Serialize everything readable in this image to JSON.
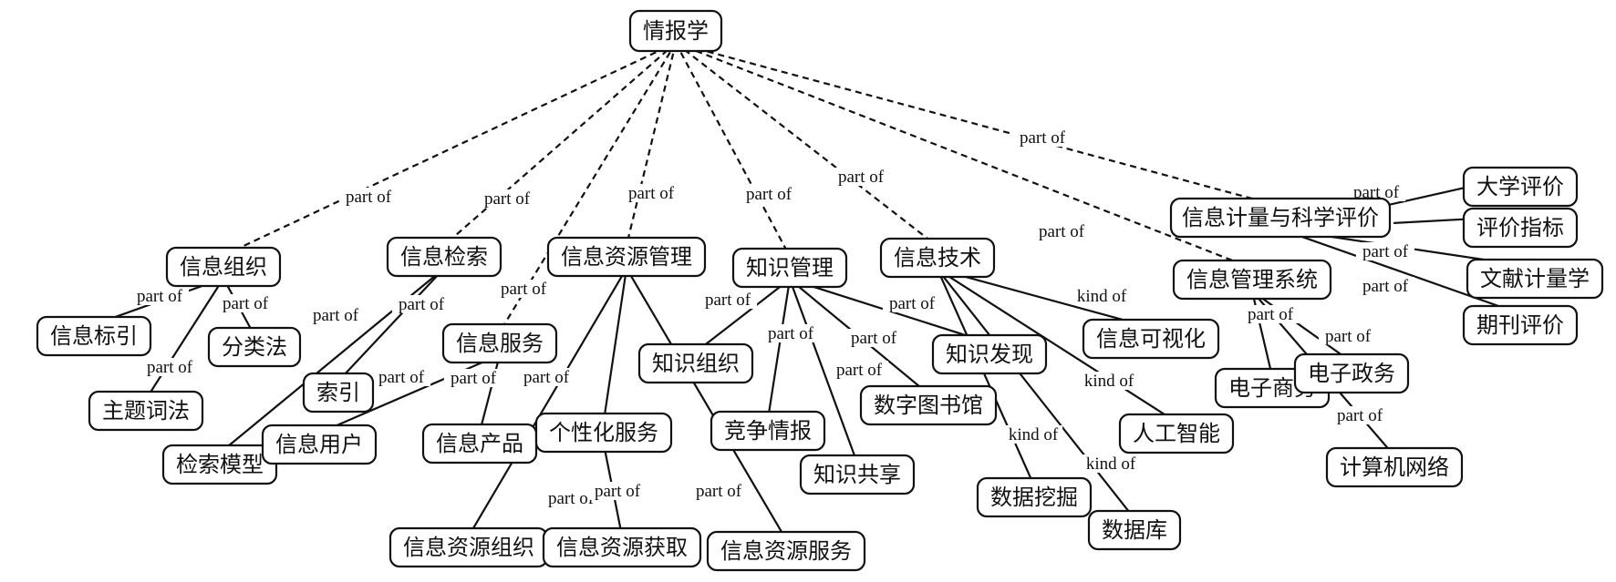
{
  "nodes": [
    {
      "id": "root",
      "label": "情报学"
    },
    {
      "id": "xxzz",
      "label": "信息组织"
    },
    {
      "id": "xxjs",
      "label": "信息检索"
    },
    {
      "id": "xxzygl",
      "label": "信息资源管理"
    },
    {
      "id": "zsgl",
      "label": "知识管理"
    },
    {
      "id": "xxjishu",
      "label": "信息技术"
    },
    {
      "id": "xxjl",
      "label": "信息计量与科学评价"
    },
    {
      "id": "xxglxt",
      "label": "信息管理系统"
    },
    {
      "id": "xxbs",
      "label": "信息标引"
    },
    {
      "id": "flf",
      "label": "分类法"
    },
    {
      "id": "ztcf",
      "label": "主题词法"
    },
    {
      "id": "jsmx",
      "label": "检索模型"
    },
    {
      "id": "sy",
      "label": "索引"
    },
    {
      "id": "xxfw",
      "label": "信息服务"
    },
    {
      "id": "xxyh",
      "label": "信息用户"
    },
    {
      "id": "xxcp",
      "label": "信息产品"
    },
    {
      "id": "gxhfw",
      "label": "个性化服务"
    },
    {
      "id": "xxzyzz",
      "label": "信息资源组织"
    },
    {
      "id": "xxzyhq",
      "label": "信息资源获取"
    },
    {
      "id": "xxzyfw",
      "label": "信息资源服务"
    },
    {
      "id": "zszz",
      "label": "知识组织"
    },
    {
      "id": "jzqb",
      "label": "竞争情报"
    },
    {
      "id": "zsgx",
      "label": "知识共享"
    },
    {
      "id": "sztsg",
      "label": "数字图书馆"
    },
    {
      "id": "zsfx",
      "label": "知识发现"
    },
    {
      "id": "sjwj",
      "label": "数据挖掘"
    },
    {
      "id": "sjk",
      "label": "数据库"
    },
    {
      "id": "xxksh",
      "label": "信息可视化"
    },
    {
      "id": "rgzn",
      "label": "人工智能"
    },
    {
      "id": "dzsw",
      "label": "电子商务"
    },
    {
      "id": "dzzw",
      "label": "电子政务"
    },
    {
      "id": "jsjwl",
      "label": "计算机网络"
    },
    {
      "id": "dxpj",
      "label": "大学评价"
    },
    {
      "id": "pjzb",
      "label": "评价指标"
    },
    {
      "id": "wxjlx",
      "label": "文献计量学"
    },
    {
      "id": "qkpj",
      "label": "期刊评价"
    }
  ],
  "edges": [
    {
      "from": "root",
      "to": "xxzz",
      "label": "part of",
      "style": "dashed"
    },
    {
      "from": "root",
      "to": "xxjs",
      "label": "part of",
      "style": "dashed"
    },
    {
      "from": "root",
      "to": "xxfw",
      "label": "part of",
      "style": "dashed"
    },
    {
      "from": "root",
      "to": "xxzygl",
      "label": "part of",
      "style": "dashed"
    },
    {
      "from": "root",
      "to": "zsgl",
      "label": "part of",
      "style": "dashed"
    },
    {
      "from": "root",
      "to": "xxjishu",
      "label": "part of",
      "style": "dashed"
    },
    {
      "from": "root",
      "to": "xxglxt",
      "label": "part of",
      "style": "dashed"
    },
    {
      "from": "root",
      "to": "xxjl",
      "label": "part of",
      "style": "dashed"
    },
    {
      "from": "xxzz",
      "to": "xxbs",
      "label": "part of",
      "style": "solid"
    },
    {
      "from": "xxzz",
      "to": "flf",
      "label": "part of",
      "style": "solid"
    },
    {
      "from": "xxzz",
      "to": "ztcf",
      "label": "part of",
      "style": "solid"
    },
    {
      "from": "xxjs",
      "to": "jsmx",
      "label": "part of",
      "style": "solid"
    },
    {
      "from": "xxjs",
      "to": "sy",
      "label": "part of",
      "style": "solid"
    },
    {
      "from": "xxfw",
      "to": "xxyh",
      "label": "part of",
      "style": "solid"
    },
    {
      "from": "xxfw",
      "to": "xxcp",
      "label": "part of",
      "style": "solid"
    },
    {
      "from": "xxzygl",
      "to": "gxhfw",
      "label": "part of",
      "style": "solid"
    },
    {
      "from": "xxzygl",
      "to": "xxzyzz",
      "label": "part of",
      "style": "solid"
    },
    {
      "from": "gxhfw",
      "to": "xxzyhq",
      "label": "part of",
      "style": "solid"
    },
    {
      "from": "xxzygl",
      "to": "xxzyfw",
      "label": "part of",
      "style": "solid"
    },
    {
      "from": "zsgl",
      "to": "zszz",
      "label": "part of",
      "style": "solid"
    },
    {
      "from": "zsgl",
      "to": "jzqb",
      "label": "part of",
      "style": "solid"
    },
    {
      "from": "zsgl",
      "to": "zsgx",
      "label": "part of",
      "style": "solid"
    },
    {
      "from": "zsgl",
      "to": "sztsg",
      "label": "part of",
      "style": "solid"
    },
    {
      "from": "zsgl",
      "to": "zsfx",
      "label": "part of",
      "style": "solid"
    },
    {
      "from": "xxjishu",
      "to": "sjwj",
      "label": "kind of",
      "style": "solid"
    },
    {
      "from": "xxjishu",
      "to": "sjk",
      "label": "kind of",
      "style": "solid"
    },
    {
      "from": "xxjishu",
      "to": "rgzn",
      "label": "kind of",
      "style": "solid"
    },
    {
      "from": "xxjishu",
      "to": "xxksh",
      "label": "kind of",
      "style": "solid"
    },
    {
      "from": "xxglxt",
      "to": "dzsw",
      "label": "part of",
      "style": "solid"
    },
    {
      "from": "xxglxt",
      "to": "dzzw",
      "label": "part of",
      "style": "solid"
    },
    {
      "from": "xxglxt",
      "to": "jsjwl",
      "label": "part of",
      "style": "solid"
    },
    {
      "from": "xxjl",
      "to": "dxpj",
      "label": "part of",
      "style": "solid"
    },
    {
      "from": "xxjl",
      "to": "pjzb",
      "label": "part of",
      "style": "solid"
    },
    {
      "from": "xxjl",
      "to": "wxjlx",
      "label": "part of",
      "style": "solid"
    },
    {
      "from": "xxjl",
      "to": "qkpj",
      "label": "part of",
      "style": "solid"
    }
  ]
}
